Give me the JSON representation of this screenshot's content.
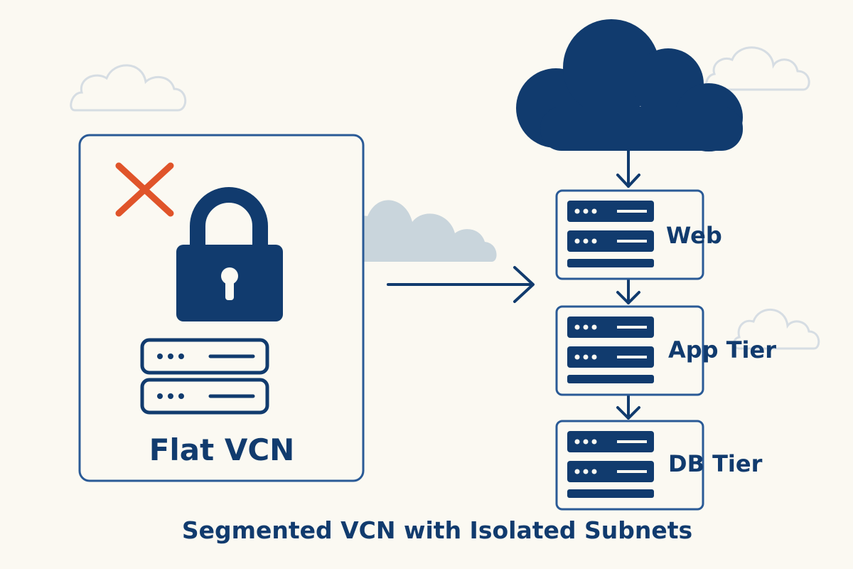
{
  "left_panel": {
    "label": "Flat VCN",
    "status_icon": "x-mark-icon",
    "lock_icon": "padlock-icon",
    "server_icon": "server-icon"
  },
  "right_panel": {
    "cloud_icon": "cloud-icon",
    "tiers": [
      {
        "label": "Web"
      },
      {
        "label": "App Tier"
      },
      {
        "label": "DB Tier"
      }
    ]
  },
  "caption": "Segmented VCN with Isolated Subnets",
  "colors": {
    "background": "#fbf9f2",
    "primary": "#113b6e",
    "cross": "#e0542a",
    "cloud_light": "#c9d5dc",
    "cloud_outline": "#d6dde3"
  }
}
